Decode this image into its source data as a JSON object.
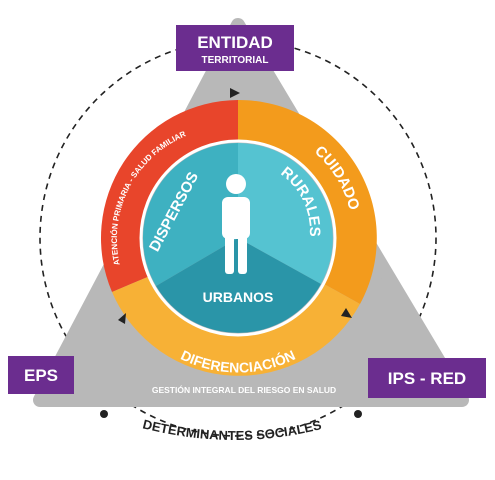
{
  "nodes": {
    "top": {
      "line1": "ENTIDAD",
      "line2": "TERRITORIAL"
    },
    "left": {
      "label": "EPS"
    },
    "right": {
      "label": "IPS - RED"
    }
  },
  "outer_ring": {
    "primary_care": "ATENCIÓN PRIMARIA - SALUD FAMILIAR",
    "care": "CUIDADO",
    "differentiation": "DIFERENCIACIÓN"
  },
  "inner_sectors": {
    "dispersed": "DISPERSOS",
    "rural": "RURALES",
    "urban": "URBANOS"
  },
  "risk_management": "GESTIÓN INTEGRAL DEL RIESGO EN SALUD",
  "social_determinants": "DETERMINANTES SOCIALES",
  "icons": [
    "person-icon",
    "arrow-head-icon"
  ],
  "colors": {
    "purple": "#6b2d8f",
    "triangle": "#b3b3b3",
    "red": "#e8452b",
    "orange": "#f39b1c",
    "amber": "#f5a623",
    "teal": "#2fa3b4",
    "teal_light": "#4ec0cf",
    "teal_dark": "#2b8d9f"
  }
}
